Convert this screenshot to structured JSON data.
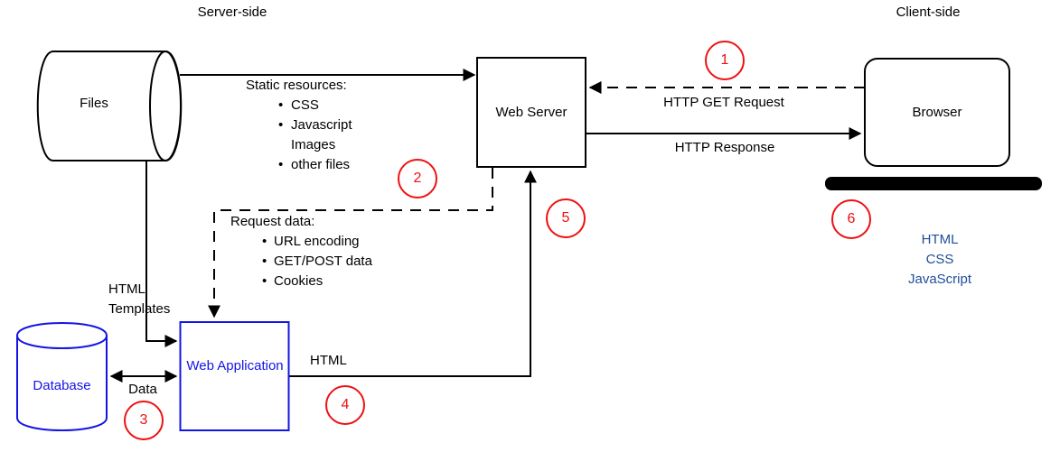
{
  "header": {
    "server_side": "Server-side",
    "client_side": "Client-side"
  },
  "nodes": {
    "files": "Files",
    "web_server": "Web Server",
    "browser": "Browser",
    "database": "Database",
    "web_application": "Web Application"
  },
  "edges": {
    "http_get_request": "HTTP GET Request",
    "http_response": "HTTP Response",
    "html_templates": "HTML Templates",
    "data": "Data",
    "html": "HTML"
  },
  "static_resources": {
    "title": "Static resources:",
    "items": [
      {
        "bullet": "•",
        "text": "CSS"
      },
      {
        "bullet": "•",
        "text": "Javascript"
      },
      {
        "bullet": "",
        "text": "Images"
      },
      {
        "bullet": "•",
        "text": "other files"
      }
    ]
  },
  "request_data": {
    "title": "Request data:",
    "items": [
      {
        "bullet": "•",
        "text": "URL encoding"
      },
      {
        "bullet": "•",
        "text": "GET/POST data"
      },
      {
        "bullet": "•",
        "text": "Cookies"
      }
    ]
  },
  "client_stack": {
    "lines": [
      "HTML",
      "CSS",
      "JavaScript"
    ]
  },
  "steps": [
    "1",
    "2",
    "3",
    "4",
    "5",
    "6"
  ],
  "colors": {
    "node_blue": "#1414e6",
    "stack_blue": "#1f4e99",
    "step_red": "#ee1111",
    "line_black": "#000000"
  }
}
